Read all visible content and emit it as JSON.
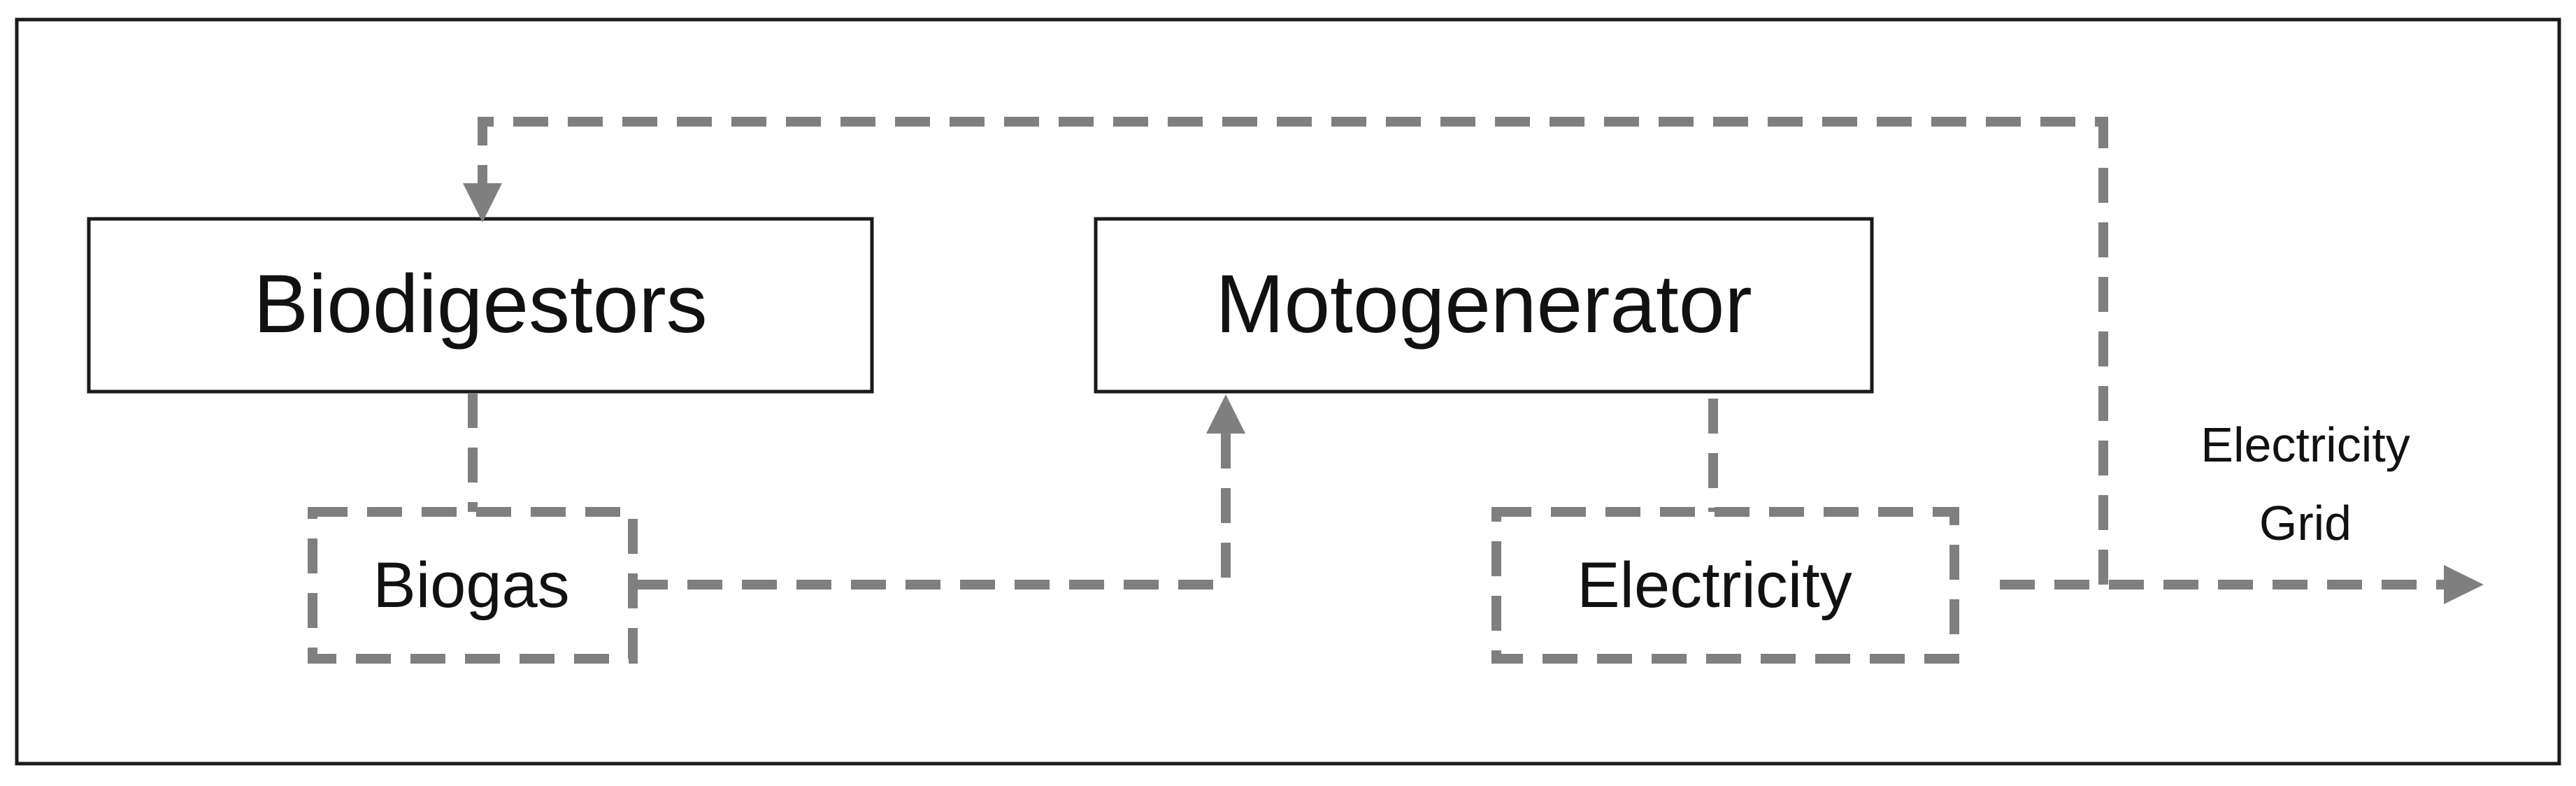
{
  "diagram": {
    "nodes": {
      "biodigestors": {
        "label": "Biodigestors"
      },
      "motogenerator": {
        "label": "Motogenerator"
      },
      "biogas": {
        "label": "Biogas"
      },
      "electricity": {
        "label": "Electricity"
      },
      "grid": {
        "label_line1": "Electricity",
        "label_line2": "Grid"
      }
    },
    "colors": {
      "frame": "#1a1a1a",
      "box_border": "#1a1a1a",
      "dashed": "#7f7f7f",
      "text": "#111111"
    }
  }
}
